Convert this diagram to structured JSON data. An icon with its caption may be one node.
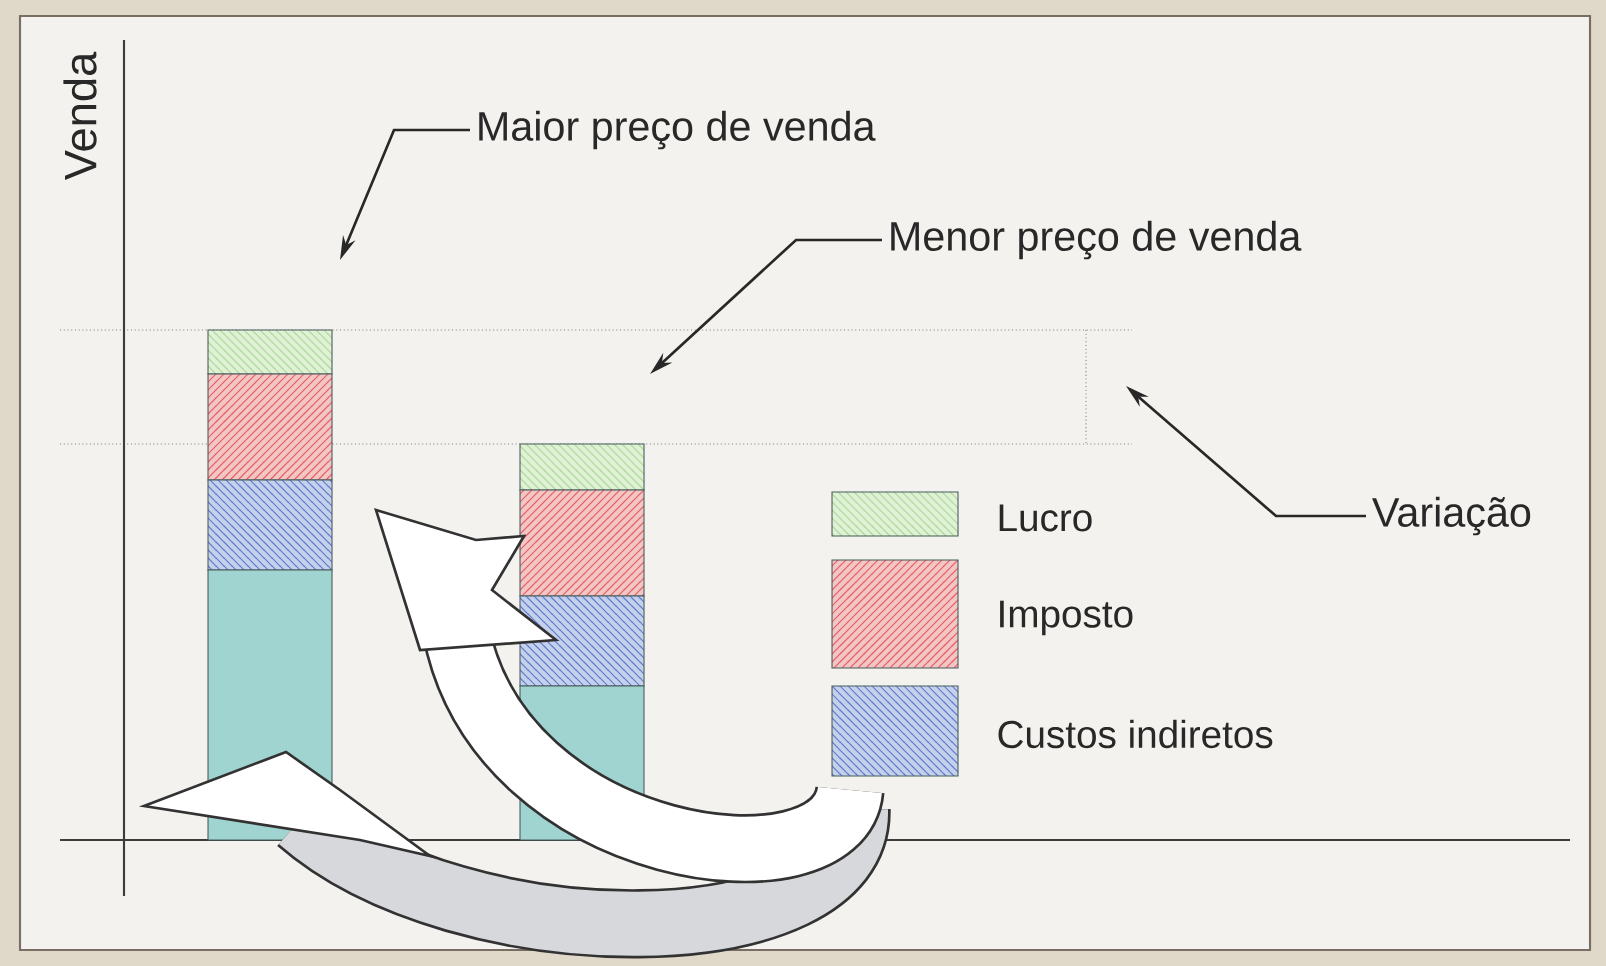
{
  "diagram": {
    "nodes": [
      {
        "text": [
          "Maior preço de venda"
        ]
      },
      {
        "text": [
          "Menor preço de venda"
        ]
      },
      {
        "text": [
          "Variação"
        ]
      }
    ],
    "edges": [
      {
        "from": 0,
        "to": null,
        "arrow": "to"
      },
      {
        "from": 1,
        "to": null,
        "arrow": "to"
      },
      {
        "from": 2,
        "to": null,
        "arrow": "to"
      }
    ],
    "labels": [
      "Venda"
    ],
    "legend": [
      {
        "text": "Lucro",
        "color": "#a8d890"
      },
      {
        "text": "Imposto",
        "color": "#e05a5a"
      },
      {
        "text": "Custos indiretos",
        "color": "#5a78c8"
      }
    ]
  }
}
